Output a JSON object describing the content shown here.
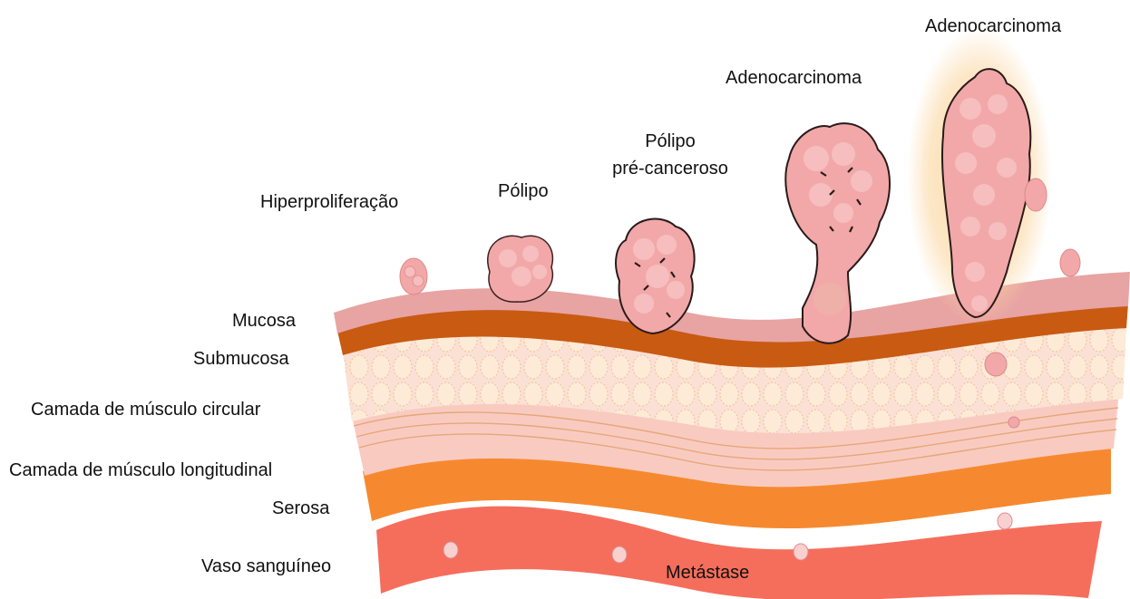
{
  "colors": {
    "mucosa": "#e8a3a3",
    "submucosa": "#c85a12",
    "circular_muscle": "#f9d7cf",
    "circular_cell": "#fdebd8",
    "longitudinal_muscle": "#f7b8ad",
    "serosa": "#f6892f",
    "blood_vessel": "#f56e5c",
    "tumor": "#f2a8a8",
    "tumor_outline": "#2a1a1a",
    "glow": "#fbd6a0"
  },
  "labels": {
    "mucosa": "Mucosa",
    "submucosa": "Submucosa",
    "circular_muscle": "Camada de músculo circular",
    "longitudinal_muscle": "Camada de músculo longitudinal",
    "serosa": "Serosa",
    "blood_vessel": "Vaso sanguíneo",
    "metastasis": "Metástase"
  },
  "stages": {
    "hyperproliferation": "Hiperproliferação",
    "polyp": "Pólipo",
    "precancerous_polyp_line1": "Pólipo",
    "precancerous_polyp_line2": "pré-canceroso",
    "adenocarcinoma_1": "Adenocarcinoma",
    "adenocarcinoma_2": "Adenocarcinoma"
  }
}
